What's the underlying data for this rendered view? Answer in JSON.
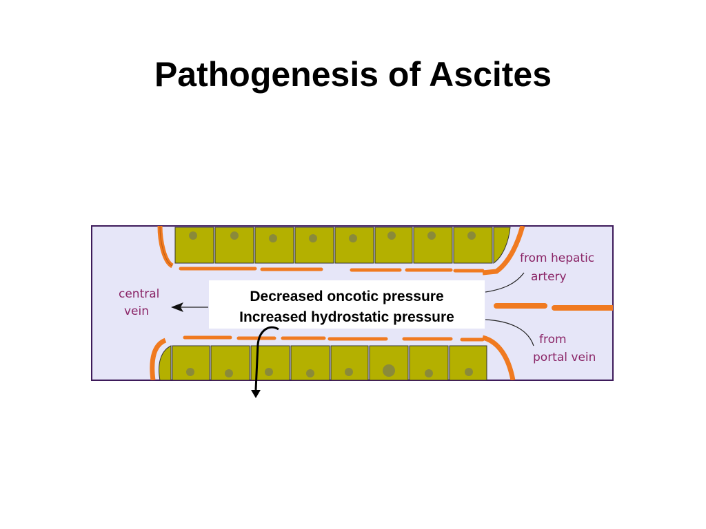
{
  "title": "Pathogenesis of Ascites",
  "diagram": {
    "labels": {
      "central_vein_line1": "central",
      "central_vein_line2": "vein",
      "hepatic_artery_line1": "from hepatic",
      "hepatic_artery_line2": "artery",
      "portal_vein_line1": "from",
      "portal_vein_line2": "portal vein"
    },
    "callout": {
      "line1": "Decreased oncotic pressure",
      "line2": "Increased hydrostatic pressure"
    },
    "colors": {
      "panel_background": "#e6e6f8",
      "panel_border": "#3d1a5a",
      "vessel_orange": "#f07a20",
      "hepatocyte_green": "#b4b000",
      "nucleus": "#8a8a3a",
      "label_purple": "#8a2466"
    }
  }
}
